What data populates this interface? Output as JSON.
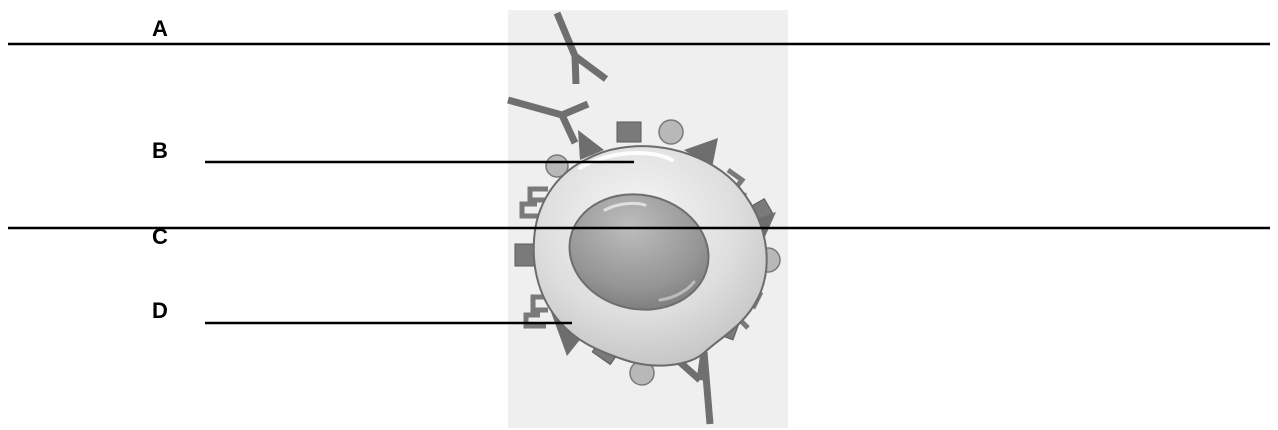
{
  "labels": {
    "a": "A",
    "b": "B",
    "c": "C",
    "d": "D"
  },
  "colors": {
    "line": "#000000",
    "panel": "#efefef",
    "receptor": "#777777",
    "cytoplasm": "#e4e4e4",
    "nucleus": "#9a9a9a",
    "outline": "#6b6b6b"
  }
}
